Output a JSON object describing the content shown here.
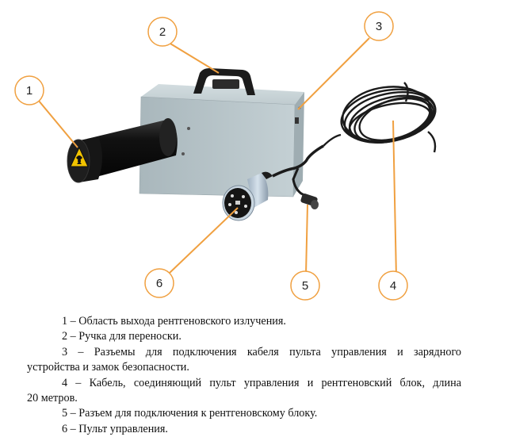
{
  "figure": {
    "callouts": [
      {
        "id": "1",
        "label": "1"
      },
      {
        "id": "2",
        "label": "2"
      },
      {
        "id": "3",
        "label": "3"
      },
      {
        "id": "4",
        "label": "4"
      },
      {
        "id": "5",
        "label": "5"
      },
      {
        "id": "6",
        "label": "6"
      }
    ],
    "colors": {
      "callout": "#f0a040",
      "box": "#b9c6cb",
      "tube": "#1a1a1a",
      "cable": "#1b1b1b",
      "warning": "#f2c300"
    }
  },
  "legend": {
    "lines": [
      "1 – Область выхода рентгеновского излучения.",
      "2 – Ручка для переноски.",
      "3 – Разъемы для подключения кабеля пульта управления и зарядного",
      "устройства и замок безопасности.",
      "4 – Кабель, соединяющий пульт управления и рентгеновский блок, длина",
      "20 метров.",
      "5 – Разъем для подключения к рентгеновскому блоку.",
      "6 – Пульт управления."
    ]
  }
}
